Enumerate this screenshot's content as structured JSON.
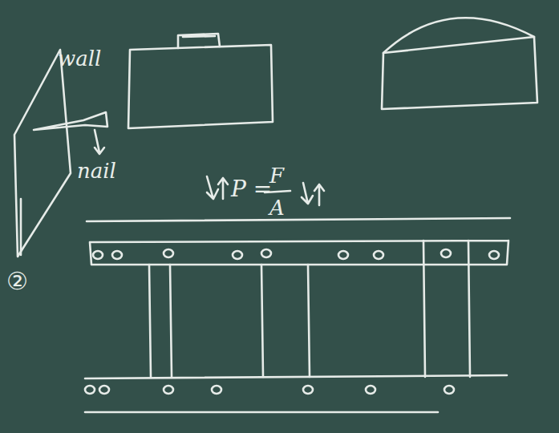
{
  "diagram": {
    "labels": [
      "wall",
      "nail",
      "P =",
      "F",
      "A",
      "②"
    ]
  }
}
